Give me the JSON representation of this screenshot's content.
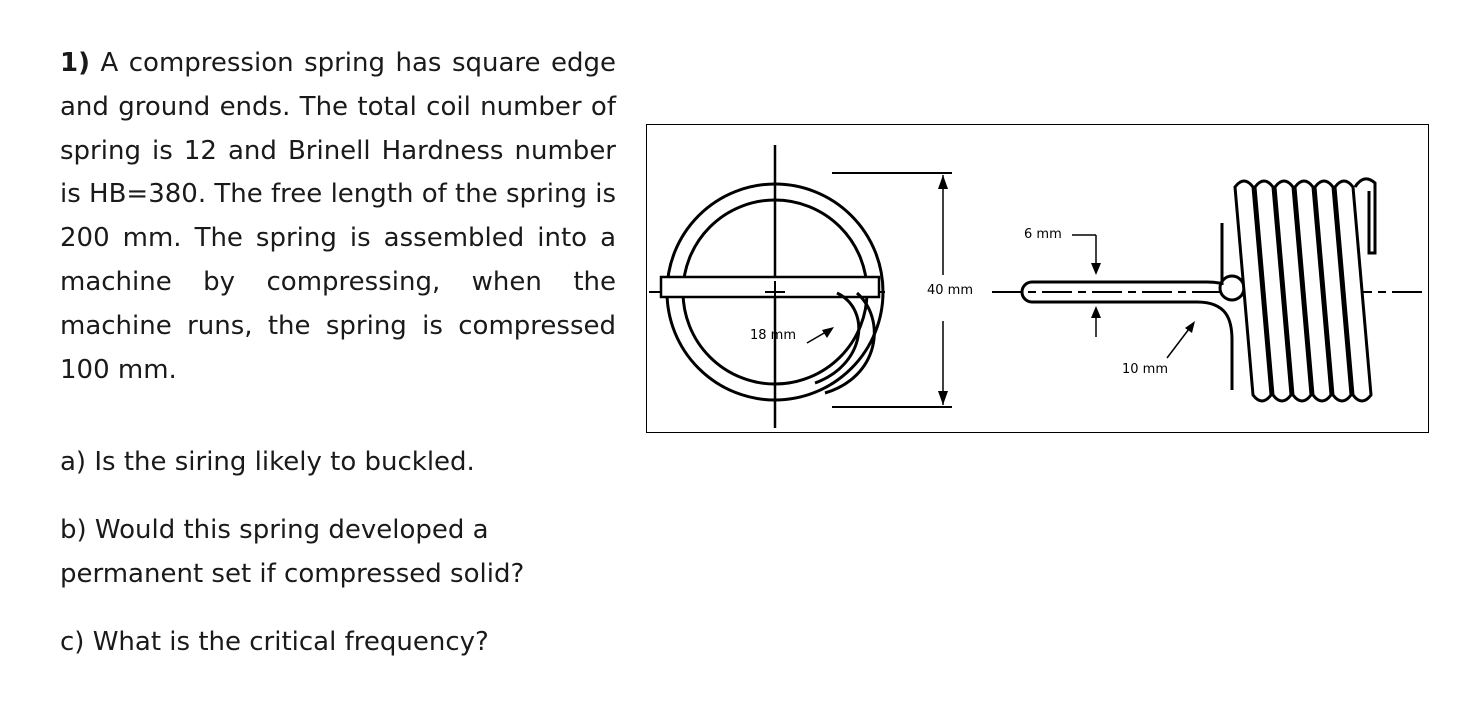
{
  "problem": {
    "number": "1)",
    "statement": "A compression spring has square edge and ground ends.  The total coil number of spring is 12 and Brinell Hardness number is HB=380. The free length of the spring is 200 mm. The spring is assembled into a machine by compressing, when the machine runs, the spring is compressed 100 mm.",
    "questions": {
      "a": "a) Is the siring likely to buckled.",
      "b": "b) Would this spring developed a permanent set if compressed solid?",
      "c": "c) What is the critical frequency?"
    }
  },
  "figure": {
    "labels": {
      "inner_bend": "18 mm",
      "outer_diameter": "40 mm",
      "wire": "6 mm",
      "end_bend": "10 mm"
    }
  }
}
